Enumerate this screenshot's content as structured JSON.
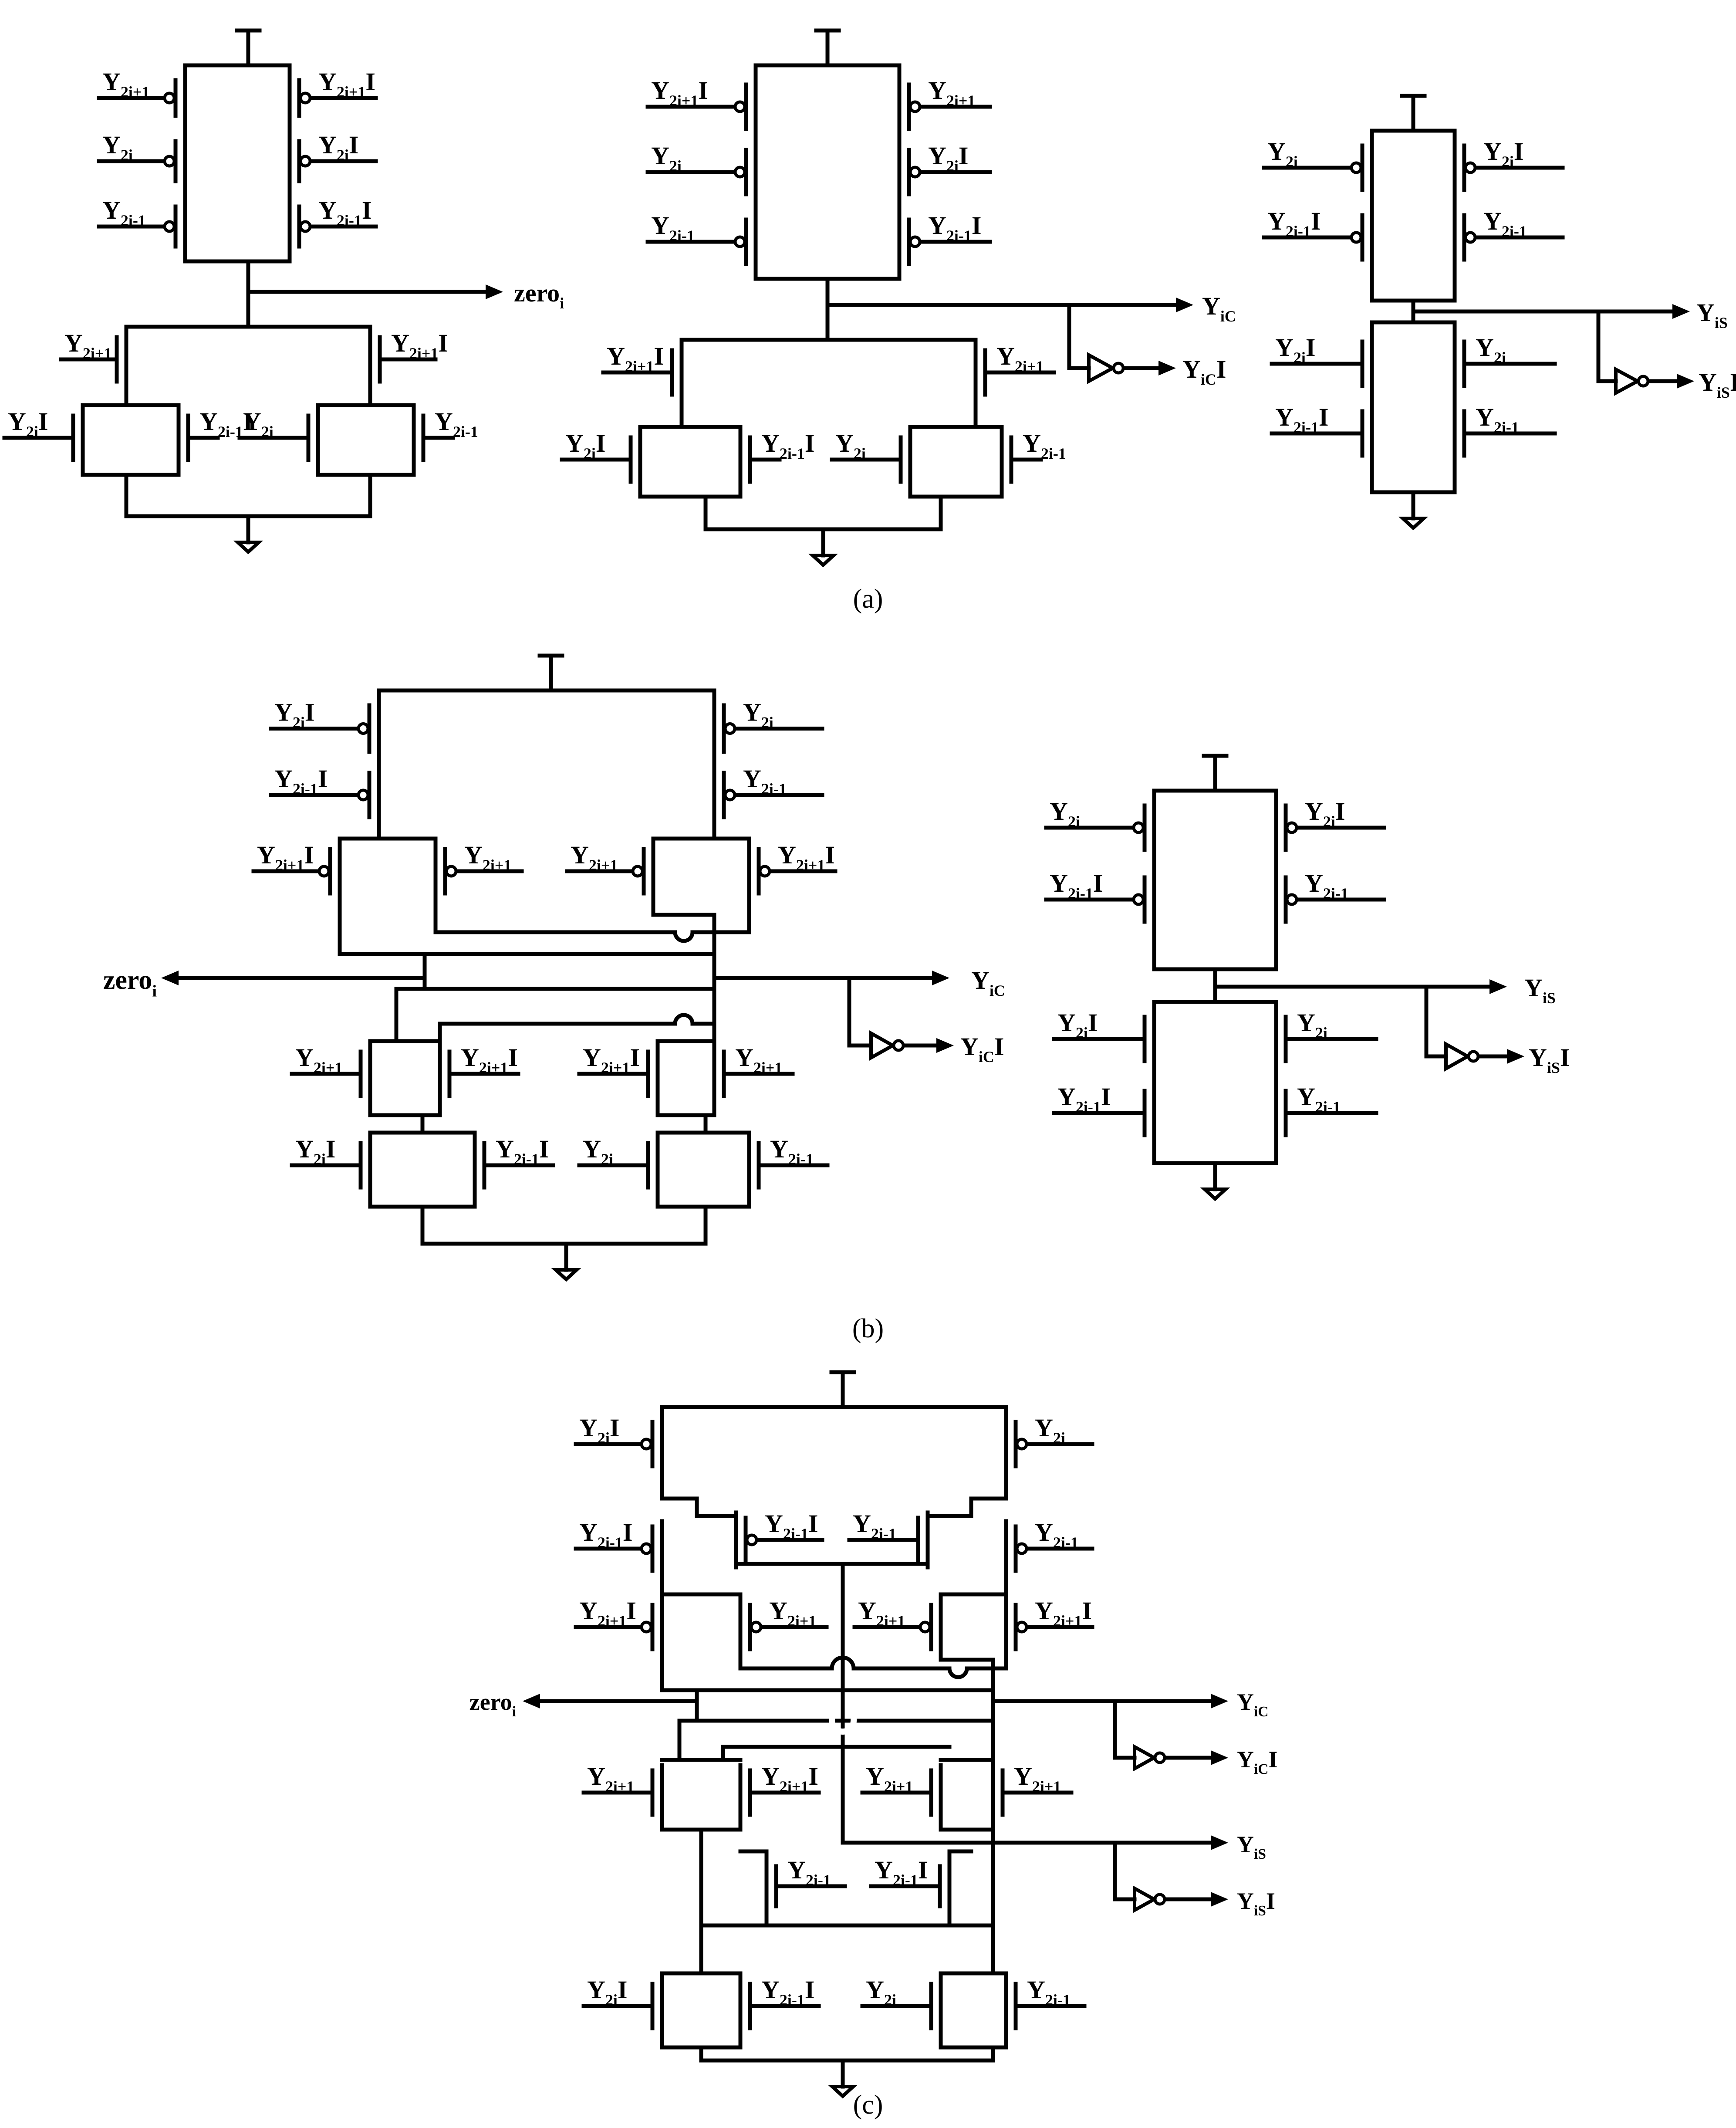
{
  "figure": {
    "captions": {
      "a": "(a)",
      "b": "(b)",
      "c": "(c)"
    },
    "circuits": {
      "a1": {
        "output": "zero",
        "pmos_left": [
          "Y2i+1",
          "Y2i",
          "Y2i-1"
        ],
        "pmos_right": [
          "Y2i+1I",
          "Y2iI",
          "Y2i-1I"
        ],
        "nmos_top_left": "Y2i+1",
        "nmos_top_right": "Y2i+1I",
        "nmos_bottom": [
          "Y2iI",
          "Y2i-1I",
          "Y2i",
          "Y2i-1"
        ]
      },
      "a2": {
        "outputs": [
          "YiC",
          "YiCI"
        ],
        "pmos_left": [
          "Y2i+1I",
          "Y2i",
          "Y2i-1"
        ],
        "pmos_right": [
          "Y2i+1",
          "Y2iI",
          "Y2i-1I"
        ],
        "nmos_top_left": "Y2i+1I",
        "nmos_top_right": "Y2i+1",
        "nmos_bottom": [
          "Y2iI",
          "Y2i-1I",
          "Y2i",
          "Y2i-1"
        ]
      },
      "a3": {
        "outputs": [
          "YiS",
          "YiSI"
        ],
        "pmos_left": [
          "Y2i",
          "Y2i-1I"
        ],
        "pmos_right": [
          "Y2iI",
          "Y2i-1"
        ],
        "nmos_left": [
          "Y2iI",
          "Y2i-1I"
        ],
        "nmos_right": [
          "Y2i",
          "Y2i-1"
        ]
      },
      "b1": {
        "outputs": [
          "zero",
          "YiC",
          "YiCI"
        ],
        "pmos_top": [
          "Y2iI",
          "Y2i-1I",
          "Y2i",
          "Y2i-1"
        ],
        "pmos_mid": [
          "Y2i+1I",
          "Y2i+1",
          "Y2i+1",
          "Y2i+1I"
        ],
        "nmos_mid": [
          "Y2i+1",
          "Y2i+1I",
          "Y2i+1I",
          "Y2i+1"
        ],
        "nmos_bottom": [
          "Y2iI",
          "Y2i-1I",
          "Y2i",
          "Y2i-1"
        ]
      },
      "b2": {
        "outputs": [
          "YiS",
          "YiSI"
        ],
        "pmos": [
          "Y2i",
          "Y2i-1I",
          "Y2iI",
          "Y2i-1"
        ],
        "nmos": [
          "Y2iI",
          "Y2i-1I",
          "Y2i",
          "Y2i-1"
        ]
      },
      "c1": {
        "outputs": [
          "zero",
          "YiC",
          "YiCI",
          "YiS",
          "YiSI"
        ],
        "labels": [
          "Y2iI",
          "Y2i",
          "Y2i-1I",
          "Y2i-1",
          "Y2i+1I",
          "Y2i+1"
        ]
      }
    }
  }
}
